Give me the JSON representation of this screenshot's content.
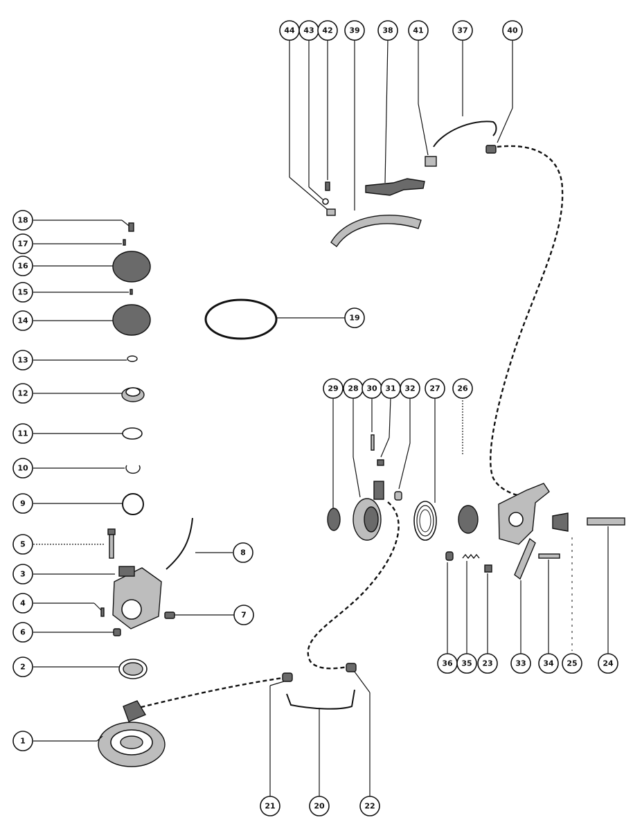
{
  "callouts": {
    "c1": "1",
    "c2": "2",
    "c3": "3",
    "c4": "4",
    "c5": "5",
    "c6": "6",
    "c7": "7",
    "c8": "8",
    "c9": "9",
    "c10": "10",
    "c11": "11",
    "c12": "12",
    "c13": "13",
    "c14": "14",
    "c15": "15",
    "c16": "16",
    "c17": "17",
    "c18": "18",
    "c19": "19",
    "c20": "20",
    "c21": "21",
    "c22": "22",
    "c23": "23",
    "c24": "24",
    "c25": "25",
    "c26": "26",
    "c27": "27",
    "c28": "28",
    "c29": "29",
    "c30": "30",
    "c31": "31",
    "c32": "32",
    "c33": "33",
    "c34": "34",
    "c35": "35",
    "c36": "36",
    "c37": "37",
    "c38": "38",
    "c39": "39",
    "c40": "40",
    "c41": "41",
    "c42": "42",
    "c43": "43",
    "c44": "44"
  }
}
